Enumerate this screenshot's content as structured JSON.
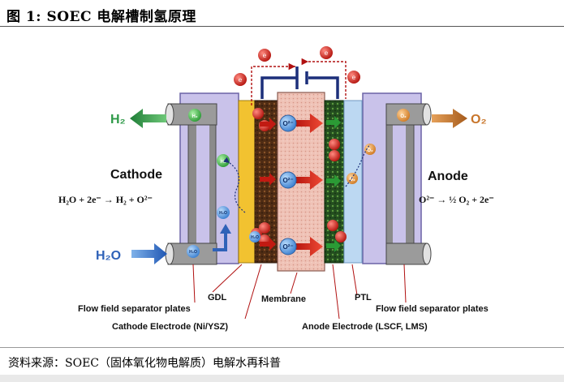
{
  "figure_title": "图 1:  SOEC 电解槽制氢原理",
  "source_note": "资料来源：SOEC（固体氧化物电解质）电解水再科普",
  "diagram": {
    "h2_label": "H₂",
    "o2_label": "O₂",
    "h2o_label": "H₂O",
    "cathode_label": "Cathode",
    "anode_label": "Anode",
    "cathode_reaction": "H₂O + 2e⁻ → H₂ + O²⁻",
    "anode_reaction": "O²⁻ → ½ O₂ + 2e⁻",
    "electron": "e",
    "oxide_ion": "O²⁻",
    "h2_molecule": "H₂",
    "h2o_molecule": "H₂O",
    "o2_molecule": "O₂",
    "gdl_label": "GDL",
    "membrane_label": "Membrane",
    "ptl_label": "PTL",
    "flow_field_left": "Flow field separator plates",
    "flow_field_right": "Flow field separator plates",
    "cathode_electrode_label": "Cathode Electrode (Ni/YSZ)",
    "anode_electrode_label": "Anode Electrode (LSCF, LMS)"
  },
  "colors": {
    "h2_arrow": "#2e9a48",
    "o2_arrow": "#c8752a",
    "h2o_arrow": "#2f62b8",
    "oxide_arrow": "#d32418",
    "plate_fill": "#c9c2ea",
    "gdl_fill": "#f2c230",
    "membrane_fill": "#e9b7aa",
    "anode_electrode_fill": "#2c5a25",
    "cathode_electrode_fill": "#5a3418",
    "ptl_fill": "#bcd8f2",
    "circuit": "#1c2f7a"
  }
}
